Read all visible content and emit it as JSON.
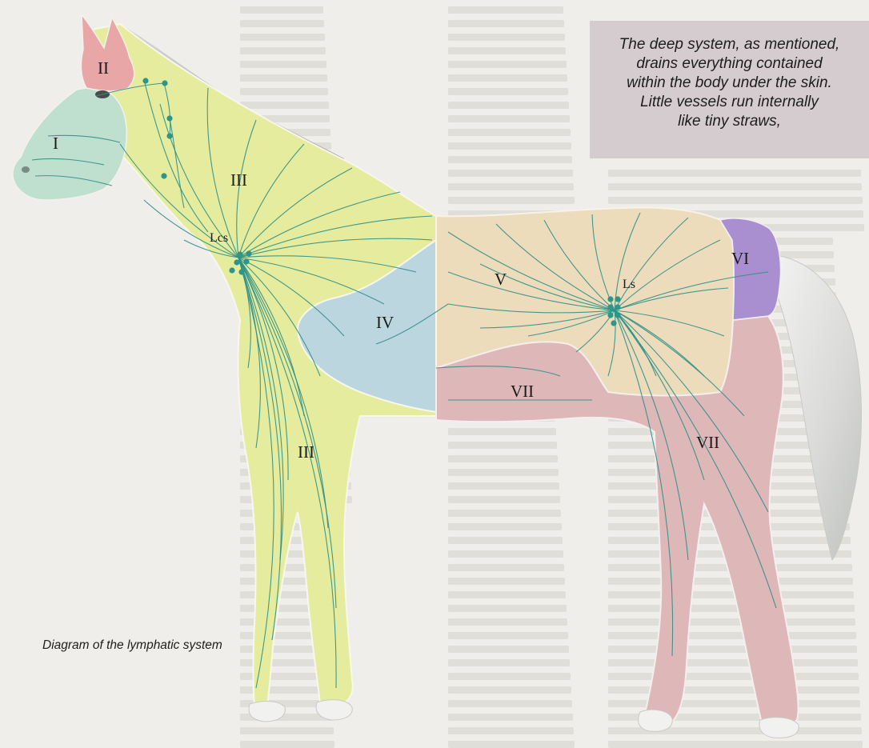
{
  "callout": {
    "lines": [
      "The deep system, as mentioned,",
      "drains everything contained",
      "within the body under the skin.",
      "Little vessels run internally",
      "like tiny straws,"
    ]
  },
  "caption": "Diagram of the lymphatic system",
  "diagram": {
    "regions": [
      {
        "id": "I",
        "label": "I",
        "color": "#bfe0cf"
      },
      {
        "id": "II",
        "label": "II",
        "color": "#e8a7a6"
      },
      {
        "id": "III",
        "label": "III",
        "color": "#e5ec9e"
      },
      {
        "id": "IV",
        "label": "IV",
        "color": "#bcd6e0"
      },
      {
        "id": "V",
        "label": "V",
        "color": "#ecdcbc"
      },
      {
        "id": "VI",
        "label": "VI",
        "color": "#a98fcf"
      },
      {
        "id": "VII",
        "label": "VII",
        "color": "#deb7b8"
      }
    ],
    "labels": {
      "region_I": "I",
      "region_II": "II",
      "region_III_neck": "III",
      "region_III_leg": "III",
      "region_IV": "IV",
      "region_V": "V",
      "region_VI": "VI",
      "region_VII_belly": "VII",
      "region_VII_leg": "VII",
      "node_lcs": "Lcs",
      "node_ls": "Ls"
    },
    "vessel_color": "#2f8f86"
  }
}
